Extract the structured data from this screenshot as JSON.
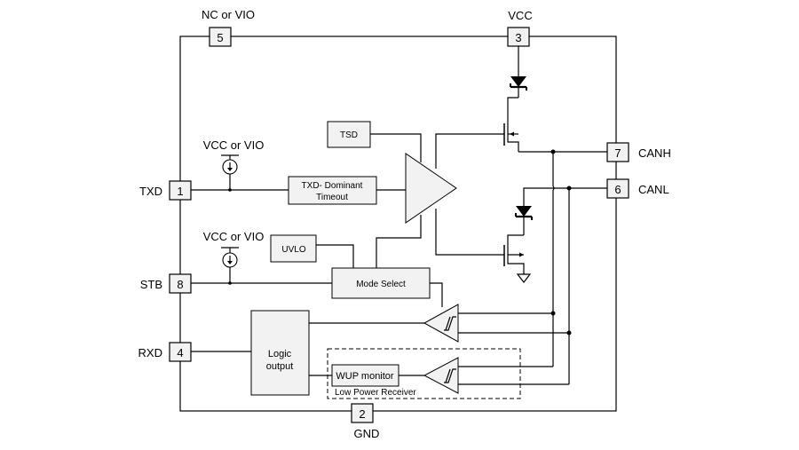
{
  "pins": {
    "nc_vio": {
      "number": "5",
      "label": "NC or VIO"
    },
    "vcc": {
      "number": "3",
      "label": "VCC"
    },
    "canh": {
      "number": "7",
      "label": "CANH"
    },
    "canl": {
      "number": "6",
      "label": "CANL"
    },
    "txd": {
      "number": "1",
      "label": "TXD"
    },
    "stb": {
      "number": "8",
      "label": "STB"
    },
    "rxd": {
      "number": "4",
      "label": "RXD"
    },
    "gnd": {
      "number": "2",
      "label": "GND"
    }
  },
  "supplies": {
    "txd_pullup": "VCC or VIO",
    "stb_pullup": "VCC or VIO"
  },
  "blocks": {
    "tsd": "TSD",
    "txd_timeout_line1": "TXD- Dominant",
    "txd_timeout_line2": "Timeout",
    "uvlo": "UVLO",
    "mode_select": "Mode Select",
    "logic_output_line1": "Logic",
    "logic_output_line2": "output",
    "wup_monitor": "WUP monitor",
    "low_power_receiver": "Low Power Receiver"
  }
}
